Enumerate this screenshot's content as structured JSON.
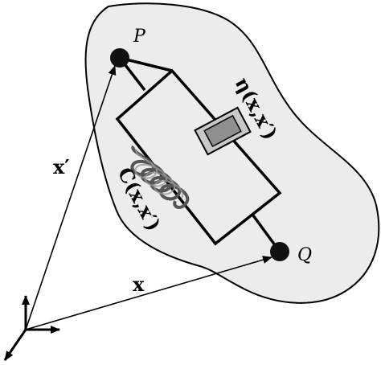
{
  "labels": {
    "point_p": "P",
    "point_q": "Q",
    "vector_x": "x",
    "vector_x_prime": "x′",
    "damper": "η(x,x′)",
    "spring": "C(x,x′)"
  },
  "colors": {
    "body_fill": "#ececec",
    "body_stroke": "#000000",
    "damper_cylinder": "#c8c8c8",
    "damper_piston": "#8f8f8f",
    "spring": "#555555",
    "point": "#111111"
  }
}
